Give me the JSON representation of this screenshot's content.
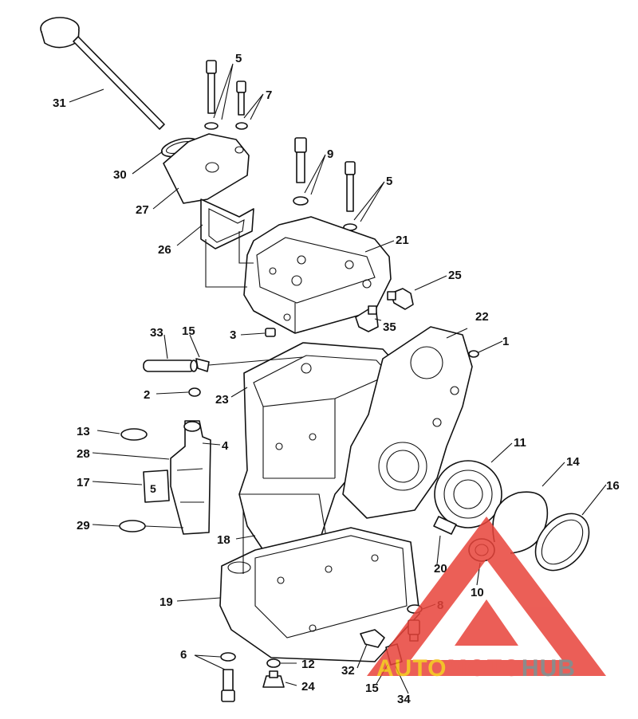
{
  "callouts": {
    "c1": "1",
    "c2": "2",
    "c3": "3",
    "c4": "4",
    "c5a": "5",
    "c5b": "5",
    "c6": "6",
    "c7": "7",
    "c8": "8",
    "c9": "9",
    "c10": "10",
    "c11": "11",
    "c12": "12",
    "c13": "13",
    "c14": "14",
    "c15a": "15",
    "c15b": "15",
    "c16": "16",
    "c17": "17",
    "c18": "18",
    "c19": "19",
    "c20": "20",
    "c21": "21",
    "c22": "22",
    "c23": "23",
    "c24": "24",
    "c25": "25",
    "c26": "26",
    "c27": "27",
    "c28": "28",
    "c29": "29",
    "c30": "30",
    "c31": "31",
    "c32": "32",
    "c33": "33",
    "c34": "34",
    "c35": "35"
  },
  "plate_mark": "5",
  "watermark": {
    "part1": "AUTO",
    "part2": "MOTO",
    "part3": "HUB",
    "color_auto": "#f2b705",
    "color_moto": "#e8433a",
    "color_hub": "#777777",
    "logo_color": "#e8433a"
  },
  "colors": {
    "line": "#111111",
    "background": "#ffffff"
  }
}
